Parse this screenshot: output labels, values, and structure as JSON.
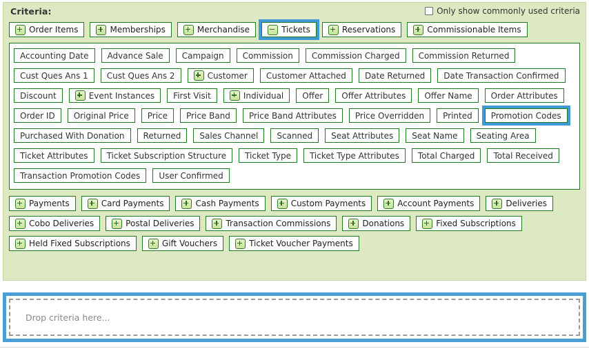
{
  "header": {
    "title": "Criteria:",
    "commonly_used": {
      "label": "Only show commonly used criteria",
      "checked": false,
      "icon": "checkbox-unchecked-icon"
    }
  },
  "colors": {
    "panel_background": "#dde9c2",
    "border_green": "#1e7a1e",
    "selection_blue": "#3f9ad6",
    "dropzone_blue": "#4a9ed4",
    "chip_text": "#333333",
    "placeholder_grey": "#8a8a8a"
  },
  "top_groups": [
    {
      "label": "Order Items",
      "icon": "plus-icon",
      "expanded": false,
      "selected": false
    },
    {
      "label": "Memberships",
      "icon": "plus-icon",
      "expanded": false,
      "selected": false
    },
    {
      "label": "Merchandise",
      "icon": "plus-icon",
      "expanded": false,
      "selected": false
    },
    {
      "label": "Tickets",
      "icon": "minus-icon",
      "expanded": true,
      "selected": true
    },
    {
      "label": "Reservations",
      "icon": "plus-icon",
      "expanded": false,
      "selected": false
    },
    {
      "label": "Commissionable Items",
      "icon": "plus-icon",
      "expanded": false,
      "selected": false
    }
  ],
  "ticket_criteria": [
    {
      "label": "Accounting Date",
      "icon": null,
      "selected": false
    },
    {
      "label": "Advance Sale",
      "icon": null,
      "selected": false
    },
    {
      "label": "Campaign",
      "icon": null,
      "selected": false
    },
    {
      "label": "Commission",
      "icon": null,
      "selected": false
    },
    {
      "label": "Commission Charged",
      "icon": null,
      "selected": false
    },
    {
      "label": "Commission Returned",
      "icon": null,
      "selected": false
    },
    {
      "label": "Cust Ques Ans 1",
      "icon": null,
      "selected": false
    },
    {
      "label": "Cust Ques Ans 2",
      "icon": null,
      "selected": false
    },
    {
      "label": "Customer",
      "icon": "plus-icon",
      "selected": false
    },
    {
      "label": "Customer Attached",
      "icon": null,
      "selected": false
    },
    {
      "label": "Date Returned",
      "icon": null,
      "selected": false
    },
    {
      "label": "Date Transaction Confirmed",
      "icon": null,
      "selected": false
    },
    {
      "label": "Discount",
      "icon": null,
      "selected": false
    },
    {
      "label": "Event Instances",
      "icon": "plus-icon",
      "selected": false
    },
    {
      "label": "First Visit",
      "icon": null,
      "selected": false
    },
    {
      "label": "Individual",
      "icon": "plus-icon",
      "selected": false
    },
    {
      "label": "Offer",
      "icon": null,
      "selected": false
    },
    {
      "label": "Offer Attributes",
      "icon": null,
      "selected": false
    },
    {
      "label": "Offer Name",
      "icon": null,
      "selected": false
    },
    {
      "label": "Order Attributes",
      "icon": null,
      "selected": false
    },
    {
      "label": "Order ID",
      "icon": null,
      "selected": false
    },
    {
      "label": "Original Price",
      "icon": null,
      "selected": false
    },
    {
      "label": "Price",
      "icon": null,
      "selected": false
    },
    {
      "label": "Price Band",
      "icon": null,
      "selected": false
    },
    {
      "label": "Price Band Attributes",
      "icon": null,
      "selected": false
    },
    {
      "label": "Price Overridden",
      "icon": null,
      "selected": false
    },
    {
      "label": "Printed",
      "icon": null,
      "selected": false
    },
    {
      "label": "Promotion Codes",
      "icon": null,
      "selected": true
    },
    {
      "label": "Purchased With Donation",
      "icon": null,
      "selected": false
    },
    {
      "label": "Returned",
      "icon": null,
      "selected": false
    },
    {
      "label": "Sales Channel",
      "icon": null,
      "selected": false
    },
    {
      "label": "Scanned",
      "icon": null,
      "selected": false
    },
    {
      "label": "Seat Attributes",
      "icon": null,
      "selected": false
    },
    {
      "label": "Seat Name",
      "icon": null,
      "selected": false
    },
    {
      "label": "Seating Area",
      "icon": null,
      "selected": false
    },
    {
      "label": "Ticket Attributes",
      "icon": null,
      "selected": false
    },
    {
      "label": "Ticket Subscription Structure",
      "icon": null,
      "selected": false
    },
    {
      "label": "Ticket Type",
      "icon": null,
      "selected": false
    },
    {
      "label": "Ticket Type Attributes",
      "icon": null,
      "selected": false
    },
    {
      "label": "Total Charged",
      "icon": null,
      "selected": false
    },
    {
      "label": "Total Received",
      "icon": null,
      "selected": false
    },
    {
      "label": "Transaction Promotion Codes",
      "icon": null,
      "selected": false
    },
    {
      "label": "User Confirmed",
      "icon": null,
      "selected": false
    }
  ],
  "lower_group_rows": [
    [
      {
        "label": "Payments",
        "icon": "plus-icon"
      },
      {
        "label": "Card Payments",
        "icon": "plus-icon"
      },
      {
        "label": "Cash Payments",
        "icon": "plus-icon"
      },
      {
        "label": "Custom Payments",
        "icon": "plus-icon"
      },
      {
        "label": "Account Payments",
        "icon": "plus-icon"
      },
      {
        "label": "Deliveries",
        "icon": "plus-icon"
      }
    ],
    [
      {
        "label": "Cobo Deliveries",
        "icon": "plus-icon"
      },
      {
        "label": "Postal Deliveries",
        "icon": "plus-icon"
      },
      {
        "label": "Transaction Commissions",
        "icon": "plus-icon"
      },
      {
        "label": "Donations",
        "icon": "plus-icon"
      },
      {
        "label": "Fixed Subscriptions",
        "icon": "plus-icon"
      }
    ],
    [
      {
        "label": "Held Fixed Subscriptions",
        "icon": "plus-icon"
      },
      {
        "label": "Gift Vouchers",
        "icon": "plus-icon"
      },
      {
        "label": "Ticket Voucher Payments",
        "icon": "plus-icon"
      }
    ]
  ],
  "dropzone": {
    "placeholder": "Drop criteria here...",
    "active": true
  }
}
